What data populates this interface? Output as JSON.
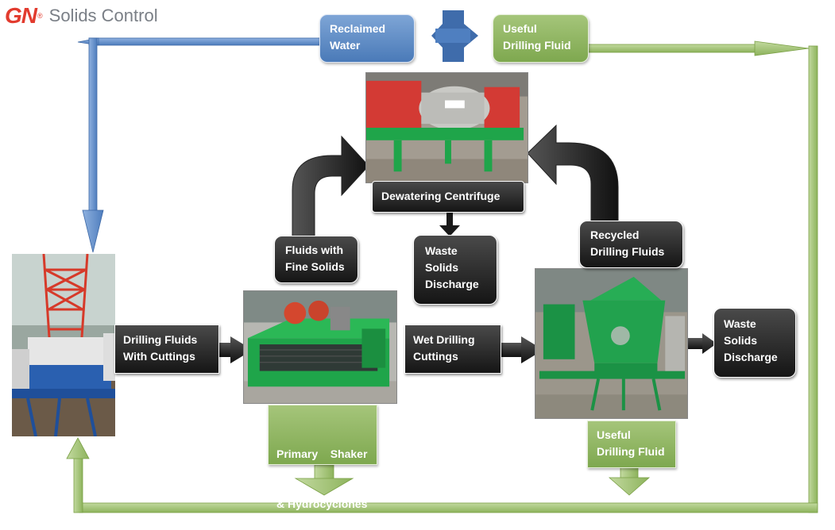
{
  "brand": {
    "logo_mark": "GN",
    "logo_reg": "®",
    "logo_text": "Solids Control"
  },
  "boxes": {
    "reclaimed_water": {
      "line1": "Reclaimed",
      "line2": "Water"
    },
    "useful_fluid_top": {
      "line1": "Useful",
      "line2": "Drilling Fluid"
    },
    "dewatering_centrifuge": {
      "line1": "Dewatering Centrifuge"
    },
    "fluids_fine_solids": {
      "line1": "Fluids with",
      "line2": "Fine Solids"
    },
    "waste_discharge_center": {
      "line1": "Waste",
      "line2": "Solids",
      "line3": "Discharge"
    },
    "recycled_fluids": {
      "line1": "Recycled",
      "line2": "Drilling Fluids"
    },
    "drilling_fluids_cuttings": {
      "line1": "Drilling Fluids",
      "line2": "With Cuttings"
    },
    "wet_cuttings": {
      "line1": "Wet Drilling",
      "line2": "Cuttings"
    },
    "waste_discharge_right": {
      "line1": "Waste",
      "line2": "Solids",
      "line3": "Discharge"
    },
    "primary_shaker": {
      "line1": "Primary    Shaker",
      "line2": "& Hydrocyclones"
    },
    "useful_fluid_bottom": {
      "line1": "Useful",
      "line2": "Drilling Fluid"
    }
  },
  "colors": {
    "blue": "#5b87c5",
    "green": "#9bbb59",
    "dark": "#1f1f1f",
    "equipment_green": "#1fa54a",
    "accent_red": "#d93a2e"
  }
}
